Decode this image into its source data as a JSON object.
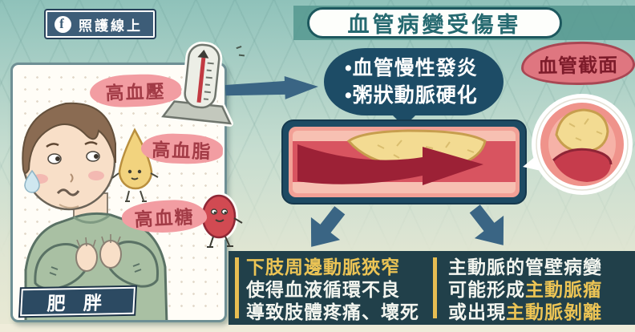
{
  "header": {
    "brand": {
      "label": "照護線上",
      "icon": "facebook-icon"
    },
    "title": "血管病變受傷害"
  },
  "risk_panel": {
    "labels": [
      {
        "text": "高血壓"
      },
      {
        "text": "高血脂"
      },
      {
        "text": "高血糖"
      }
    ],
    "obesity_badge": "肥 胖"
  },
  "pathology_bubble": {
    "lines": [
      "•血管慢性發炎",
      "•粥狀動脈硬化"
    ]
  },
  "cross_section": {
    "label": "血管截面"
  },
  "outcomes": {
    "left": {
      "lines": [
        {
          "parts": [
            {
              "text": "下肢周邊動脈狹窄",
              "accent": true
            }
          ]
        },
        {
          "parts": [
            {
              "text": "使得血液循環不良",
              "accent": false
            }
          ]
        },
        {
          "parts": [
            {
              "text": "導致肢體疼痛、壞死",
              "accent": false
            }
          ]
        }
      ]
    },
    "right": {
      "lines": [
        {
          "parts": [
            {
              "text": "主動脈的管壁病變",
              "accent": false
            }
          ]
        },
        {
          "parts": [
            {
              "text": "可能形成",
              "accent": false
            },
            {
              "text": "主動脈瘤",
              "accent": true
            }
          ]
        },
        {
          "parts": [
            {
              "text": "或出現",
              "accent": false
            },
            {
              "text": "主動脈剝離",
              "accent": true
            }
          ]
        }
      ]
    }
  },
  "colors": {
    "background_teal": "#8fc2ba",
    "background_cream": "#e9e9d4",
    "title_teal": "#256970",
    "panel_navy": "#21404a",
    "bubble_navy": "#1d4c66",
    "accent_yellow": "#e7bd52",
    "pink_label_bg": "#f29da2",
    "pink_label_text": "#a23b46",
    "vessel_lumen_red": "#d85460",
    "plaque_yellow": "#f3db92",
    "flow_arrow_red": "#9c2136",
    "arrow_blue": "#3a6584",
    "brand_badge_blue": "#3d5d78"
  }
}
